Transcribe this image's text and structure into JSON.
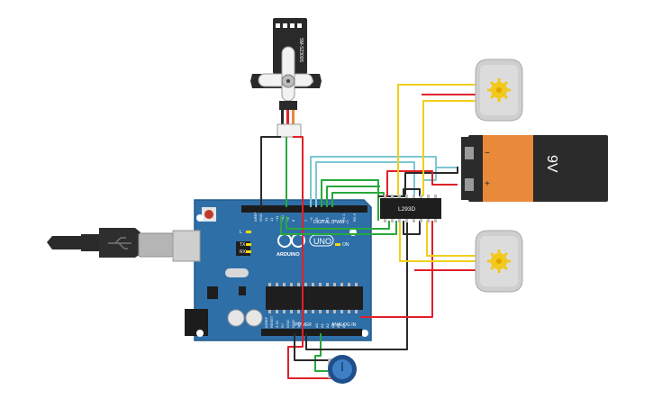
{
  "servo": {
    "model": "SM-S2309S"
  },
  "l293d": {
    "label": "L293D"
  },
  "battery": {
    "label": "9V",
    "minus": "−",
    "plus": "+"
  },
  "arduino": {
    "brand": "ARDUINO",
    "model": "UNO",
    "digital_label": "DIGITAL (PWM~)",
    "power_label": "POWER",
    "analog_label": "ANALOG IN",
    "on_label": "ON",
    "tx_label": "TX",
    "rx_label": "RX",
    "l_label": "L",
    "aref_label": "AREF",
    "gnd_label": "GND",
    "pin13": "13",
    "pin12": "12",
    "pin11": "~11",
    "pin10": "~10",
    "pin9": "~9",
    "pin8": "8",
    "pin7": "7",
    "pin6": "~6",
    "pin5": "~5",
    "pin4": "4",
    "pin3": "~3",
    "pin2": "2",
    "pin1": "TX 1",
    "pin0": "RX 0",
    "p_ioref": "IOREF",
    "p_reset": "RESET",
    "p_3v3": "3.3V",
    "p_5v": "5V",
    "p_gnd1": "GND",
    "p_gnd2": "GND",
    "p_vin": "VIN",
    "a0": "A0",
    "a1": "A1",
    "a2": "A2",
    "a3": "A3",
    "a4": "A4",
    "a5": "A5"
  },
  "colors": {
    "board": "#2f6fa8",
    "wire_red": "#e0202a",
    "wire_black": "#2a2a2a",
    "wire_green": "#27a83c",
    "wire_yellow": "#f2cf1a",
    "wire_cyan": "#7cc8d4",
    "battery_orange": "#e9893a",
    "battery_black": "#2b2b2b",
    "motor_body": "#c8c8c8",
    "motor_gear": "#f2c81a"
  }
}
